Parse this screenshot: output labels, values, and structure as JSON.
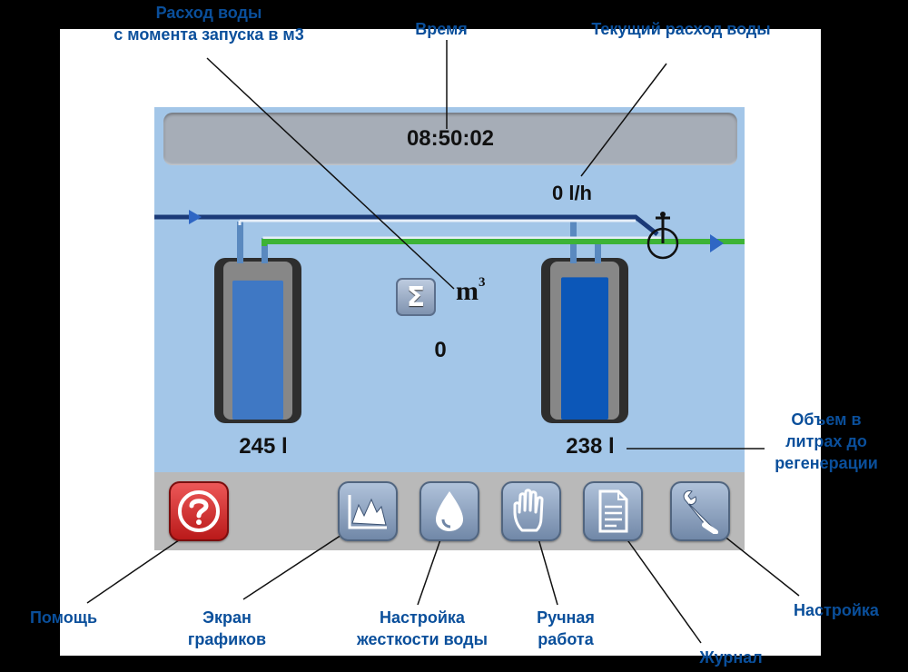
{
  "annotations": {
    "water_since_start": "Расход воды\nс момента запуска в м3",
    "time": "Время",
    "current_flow": "Текущий расход воды",
    "volume_to_regen": "Объем в\nлитрах до\nрегенерации",
    "help": "Помощь",
    "graphs": "Экран\nграфиков",
    "hardness": "Настройка\nжесткости воды",
    "manual": "Ручная\nработа",
    "journal": "Журнал",
    "settings": "Настройка"
  },
  "screen": {
    "time": "08:50:02",
    "current_flow": "0 l/h",
    "total_unit": "m",
    "total_unit_exp": "3",
    "total_value": "0",
    "left_tank_volume": "245 l",
    "right_tank_volume": "238 l",
    "sigma_symbol": "Σ"
  },
  "tanks": {
    "left_fill": 0.88,
    "right_fill": 0.9
  },
  "colors": {
    "screen_bg": "#a3c6e8",
    "pipe_dark": "#1b3a78",
    "pipe_green": "#3db336",
    "tank_shell": "#2e2e2e",
    "tank_left_fill": "#3f78c4",
    "tank_right_fill": "#0c57b8",
    "help_button": "#d32626",
    "annotation_text": "#0a4f9b"
  },
  "icons": {
    "help": "question-icon",
    "graphs": "graph-icon",
    "hardness": "water-drop-icon",
    "manual": "hand-icon",
    "journal": "document-icon",
    "settings": "wrench-icon",
    "valve": "valve-icon",
    "sigma": "sigma-icon"
  }
}
